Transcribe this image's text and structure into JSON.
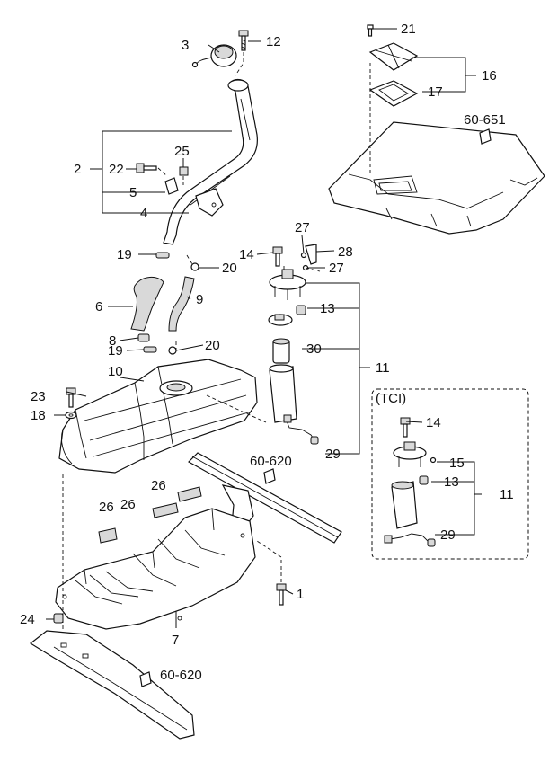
{
  "diagram": {
    "labels": {
      "p1": "1",
      "p2": "2",
      "p3": "3",
      "p4": "4",
      "p5": "5",
      "p6": "6",
      "p7": "7",
      "p8": "8",
      "p9": "9",
      "p10": "10",
      "p11a": "11",
      "p11b": "11",
      "p12": "12",
      "p13a": "13",
      "p13b": "13",
      "p14a": "14",
      "p14b": "14",
      "p15": "15",
      "p16": "16",
      "p17": "17",
      "p18": "18",
      "p19a": "19",
      "p19b": "19",
      "p20a": "20",
      "p20b": "20",
      "p21": "21",
      "p22": "22",
      "p23": "23",
      "p24": "24",
      "p25": "25",
      "p26a": "26",
      "p26b": "26",
      "p26c": "26",
      "p27a": "27",
      "p27b": "27",
      "p28": "28",
      "p29a": "29",
      "p29b": "29",
      "p30": "30"
    },
    "refs": {
      "r60651": "60-651",
      "r60620a": "60-620",
      "r60620b": "60-620"
    },
    "tci_label": "(TCI)"
  }
}
